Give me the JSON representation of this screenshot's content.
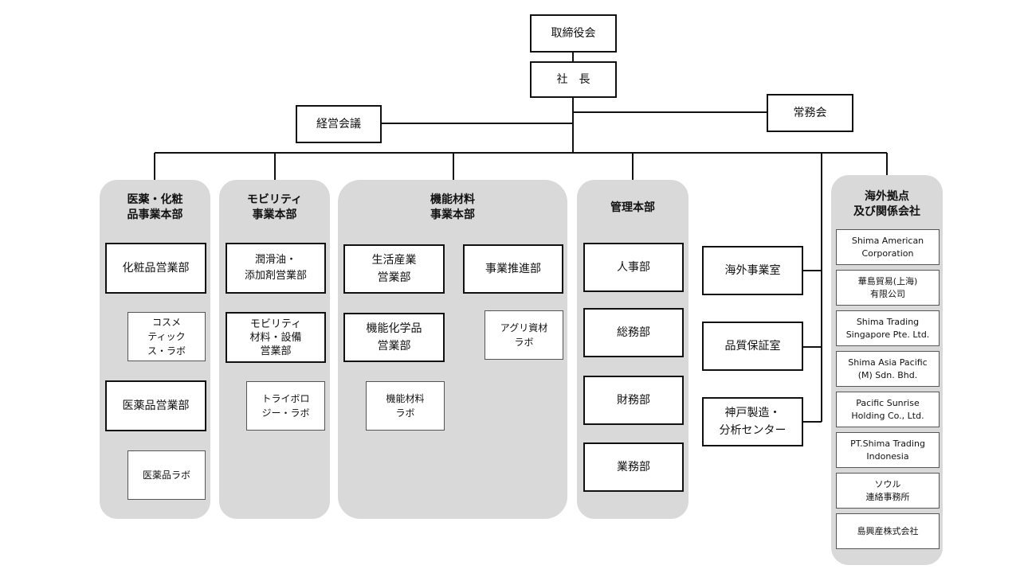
{
  "top": {
    "board": "取締役会",
    "president": "社　長",
    "management_meeting": "経営会議",
    "executive_meeting": "常務会"
  },
  "divisions": {
    "pharma": {
      "title": "医薬・化粧\n品事業本部",
      "cosmetics_sales": "化粧品営業部",
      "cosmetics_lab": "コスメ\nティック\nス・ラボ",
      "pharma_sales": "医薬品営業部",
      "pharma_lab": "医薬品ラボ"
    },
    "mobility": {
      "title": "モビリティ\n事業本部",
      "lubricant_sales": "潤滑油・\n添加剤営業部",
      "materials_sales": "モビリティ\n材料・設備\n営業部",
      "tribology_lab": "トライボロ\nジー・ラボ"
    },
    "functional": {
      "title": "機能材料\n事業本部",
      "life_industry_sales": "生活産業\n営業部",
      "business_promotion": "事業推進部",
      "agri_lab": "アグリ資材\nラボ",
      "chemical_sales": "機能化学品\n営業部",
      "functional_lab": "機能材料\nラボ"
    },
    "admin": {
      "title": "管理本部",
      "hr": "人事部",
      "general_affairs": "総務部",
      "finance": "財務部",
      "operations": "業務部"
    }
  },
  "offices": {
    "overseas_business": "海外事業室",
    "quality_assurance": "品質保証室",
    "kobe": "神戸製造・\n分析センター"
  },
  "overseas": {
    "title": "海外拠点\n及び関係会社",
    "companies": [
      "Shima American\nCorporation",
      "華島貿易(上海)\n有限公司",
      "Shima Trading\nSingapore Pte. Ltd.",
      "Shima Asia Pacific\n(M) Sdn. Bhd.",
      "Pacific Sunrise\nHolding Co., Ltd.",
      "PT.Shima Trading\nIndonesia",
      "ソウル\n連絡事務所",
      "島興産株式会社"
    ]
  }
}
